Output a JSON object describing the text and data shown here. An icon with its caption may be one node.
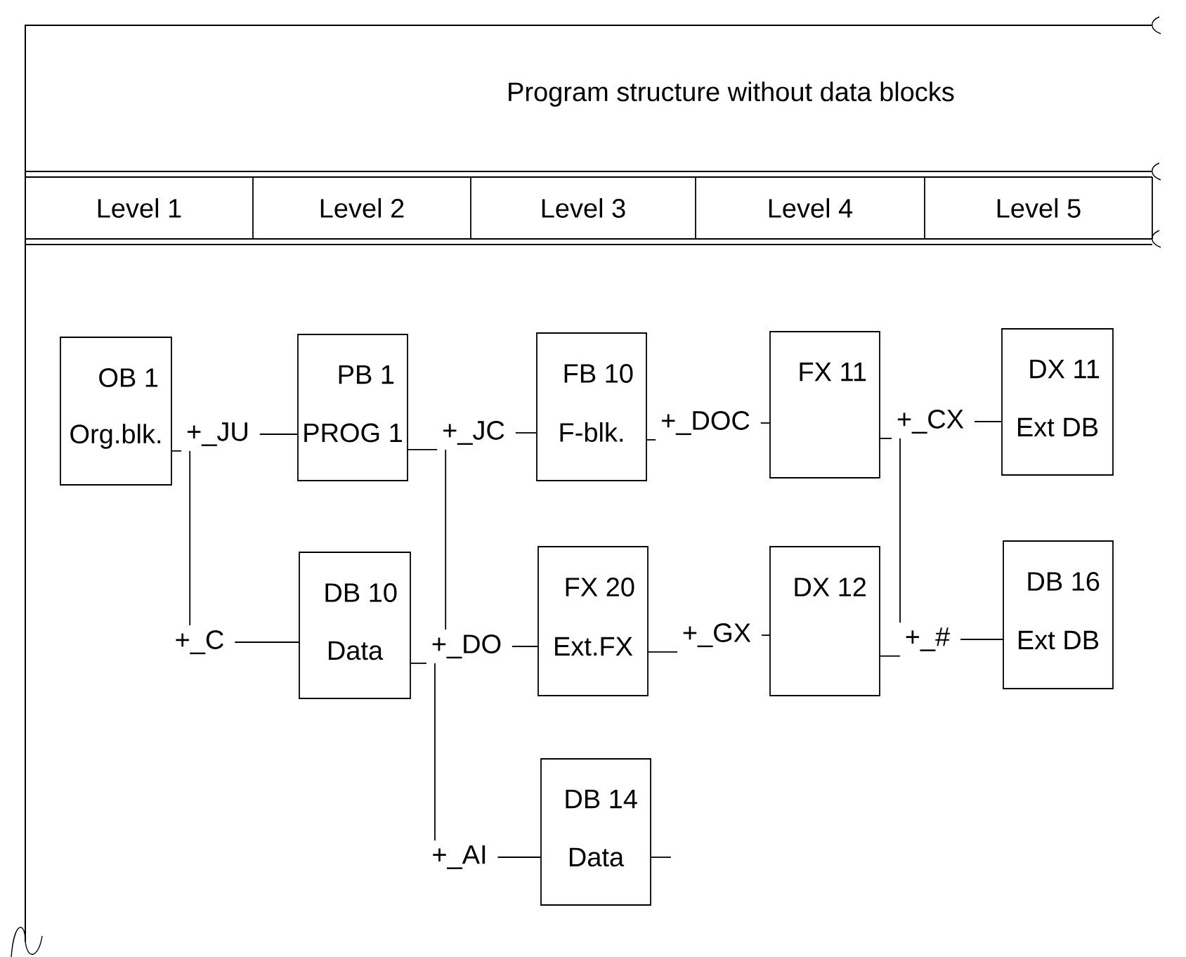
{
  "diagram": {
    "title": "Program structure without data blocks",
    "nodes": [
      {
        "text": [
          "OB 1",
          "Org.blk."
        ]
      },
      {
        "text": [
          "PB 1",
          "PROG 1"
        ]
      },
      {
        "text": [
          "FB 10",
          "F-blk."
        ]
      },
      {
        "text": [
          "FX 11"
        ]
      },
      {
        "text": [
          "DX 11",
          "Ext DB"
        ]
      },
      {
        "text": [
          "DB 10",
          "Data"
        ]
      },
      {
        "text": [
          "FX 20",
          "Ext.FX"
        ]
      },
      {
        "text": [
          "DX 12"
        ]
      },
      {
        "text": [
          "DB 16",
          "Ext DB"
        ]
      },
      {
        "text": [
          "DB 14",
          "Data"
        ]
      },
      {
        "text": [
          "+_JU"
        ]
      },
      {
        "text": [
          "+_JC"
        ]
      },
      {
        "text": [
          "+_DOC"
        ]
      },
      {
        "text": [
          "+_CX"
        ]
      },
      {
        "text": [
          "+_C"
        ]
      },
      {
        "text": [
          "+_DO"
        ]
      },
      {
        "text": [
          "+_GX"
        ]
      },
      {
        "text": [
          "+_#"
        ]
      },
      {
        "text": [
          "+_AI"
        ]
      }
    ],
    "edges": [
      {
        "from": 0,
        "to": 10,
        "arrow": "none"
      },
      {
        "from": 10,
        "to": 1,
        "arrow": "none"
      },
      {
        "from": 10,
        "to": 14,
        "arrow": "none"
      },
      {
        "from": 14,
        "to": 5,
        "arrow": "none"
      },
      {
        "from": 1,
        "to": 11,
        "arrow": "none"
      },
      {
        "from": 11,
        "to": 2,
        "arrow": "none"
      },
      {
        "from": 11,
        "to": 15,
        "arrow": "none"
      },
      {
        "from": 5,
        "to": 15,
        "arrow": "none"
      },
      {
        "from": 15,
        "to": 6,
        "arrow": "none"
      },
      {
        "from": 15,
        "to": 18,
        "arrow": "none"
      },
      {
        "from": 18,
        "to": 9,
        "arrow": "none"
      },
      {
        "from": 9,
        "to": null,
        "arrow": "none"
      },
      {
        "from": 2,
        "to": 12,
        "arrow": "none"
      },
      {
        "from": 12,
        "to": 3,
        "arrow": "none"
      },
      {
        "from": 3,
        "to": 13,
        "arrow": "none"
      },
      {
        "from": 13,
        "to": 4,
        "arrow": "none"
      },
      {
        "from": 13,
        "to": 17,
        "arrow": "none"
      },
      {
        "from": 6,
        "to": 16,
        "arrow": "none"
      },
      {
        "from": 16,
        "to": 7,
        "arrow": "none"
      },
      {
        "from": 7,
        "to": 17,
        "arrow": "none"
      },
      {
        "from": 17,
        "to": 8,
        "arrow": "none"
      }
    ],
    "labels": [
      "Level 1",
      "Level 2",
      "Level 3",
      "Level 4",
      "Level 5"
    ]
  }
}
